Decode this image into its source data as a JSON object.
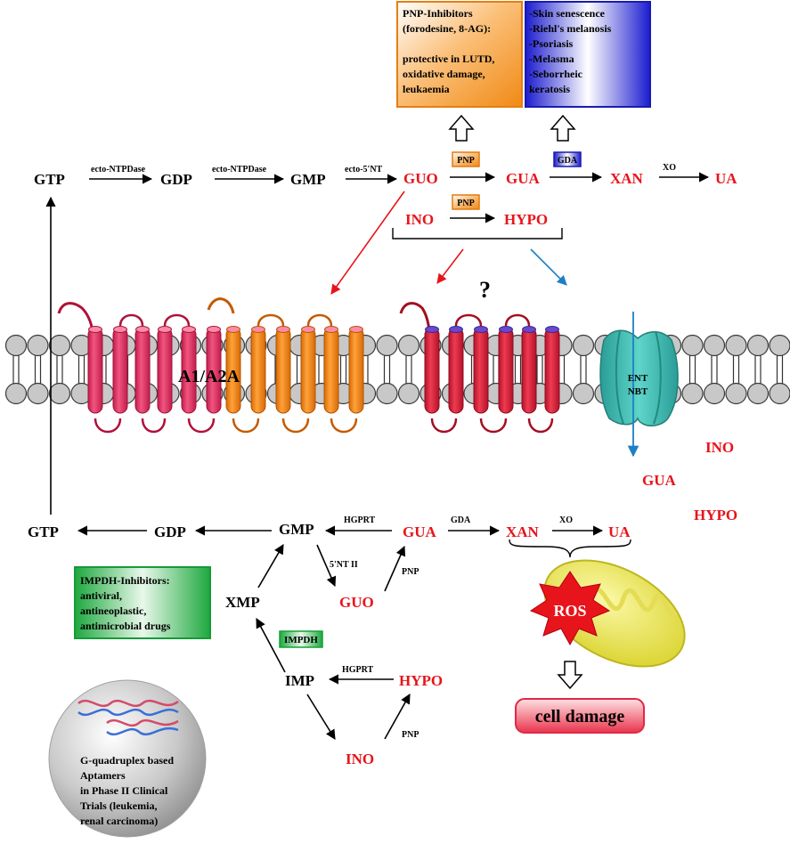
{
  "top_pathway": {
    "gtp": "GTP",
    "gdp": "GDP",
    "gmp": "GMP",
    "guo": "GUO",
    "gua": "GUA",
    "xan": "XAN",
    "ua": "UA",
    "ino": "INO",
    "hypo": "HYPO",
    "ecto_ntpdase_1": "ecto-NTPDase",
    "ecto_ntpdase_2": "ecto-NTPDase",
    "ecto_5nt": "ecto-5'NT",
    "pnp_1": "PNP",
    "pnp_2": "PNP",
    "gda": "GDA",
    "xo": "XO"
  },
  "pnp_inhibitor_box": {
    "lines": [
      "PNP-Inhibitors",
      "(forodesine, 8-AG):",
      "",
      "protective in LUTD,",
      "oxidative damage,",
      "leukaemia"
    ],
    "color": "#f39a2a"
  },
  "gda_disease_box": {
    "lines": [
      "-Skin senescence",
      "-Riehl's melanosis",
      "-Psoriasis",
      "-Melasma",
      "-Seborrheic",
      "keratosis"
    ],
    "color": "#2a2ad6"
  },
  "membrane": {
    "receptor_label": "A1/A2A",
    "unknown_receptor_mark": "?",
    "transporter_label_1": "ENT",
    "transporter_label_2": "NBT",
    "colors": {
      "a1": "#e8345e",
      "a2a": "#f5871f",
      "orphan": "#e0223c",
      "transporter": "#3dbdb3"
    }
  },
  "intracellular_free": {
    "ino": "INO",
    "gua": "GUA",
    "hypo": "HYPO"
  },
  "bottom_pathway": {
    "gtp": "GTP",
    "gdp": "GDP",
    "gmp": "GMP",
    "gua": "GUA",
    "xan": "XAN",
    "ua": "UA",
    "guo": "GUO",
    "xmp": "XMP",
    "imp": "IMP",
    "hypo": "HYPO",
    "ino": "INO",
    "hgprt_1": "HGPRT",
    "hgprt_2": "HGPRT",
    "gda": "GDA",
    "xo": "XO",
    "nt2": "5'NT II",
    "pnp_1": "PNP",
    "pnp_2": "PNP",
    "impdh": "IMPDH"
  },
  "impdh_inhibitor_box": {
    "lines": [
      "IMPDH-Inhibitors:",
      "antiviral,",
      "antineoplastic,",
      "antimicrobial drugs"
    ],
    "color": "#27b44a"
  },
  "ros_label": "ROS",
  "cell_damage_label": "cell damage",
  "aptamer_box": {
    "lines": [
      "G-quadruplex based",
      "Aptamers",
      "in Phase II Clinical",
      "Trials (leukemia,",
      "renal carcinoma)"
    ]
  }
}
